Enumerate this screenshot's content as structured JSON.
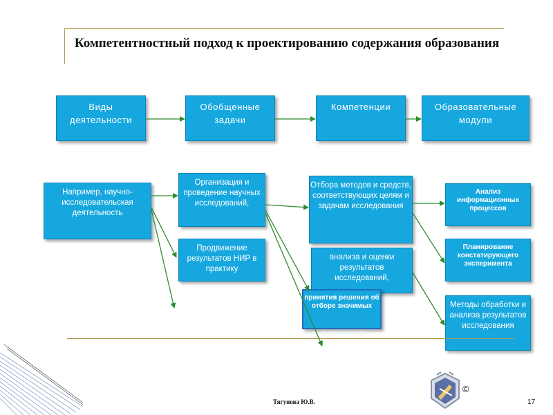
{
  "title": "Компетентностный подход к проектированию содержания образования",
  "top_row": {
    "activity_types": "Виды деятельности",
    "general_tasks": "Обобщенные задачи",
    "competencies": "Компетенции",
    "educational_modules": "Образовательные модули"
  },
  "activity_example": "Например, научно-исследовательская деятельность",
  "tasks": {
    "organization": "Организация и проведение научных исследований,",
    "promotion": "Продвижение результатов НИР в практику"
  },
  "competencies": {
    "selection": "Отбора методов и средств, соответствующих целям и задачам исследования",
    "analysis": "анализа и оценки результатов исследований,",
    "decision": "принятия решения об отборе значимых",
    "decision_overflow": "результатов"
  },
  "modules": {
    "info_analysis": "Анализ информационных процессов",
    "experiment_planning": "Планирование констатирующего эксперимента",
    "processing_methods": "Методы обработки и анализа результатов исследования"
  },
  "footer": {
    "author": "Тягунова Ю.В.",
    "page_number": "17",
    "copyright_symbol": "©"
  },
  "colors": {
    "box_fill": "#16a7df",
    "arrow": "#2e8b2e",
    "rule": "#b09a4a"
  }
}
